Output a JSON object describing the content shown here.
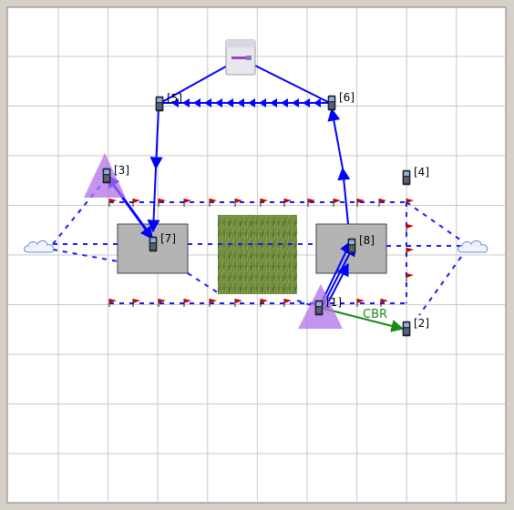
{
  "nodes": [
    {
      "id": "n5",
      "label": "[5]"
    },
    {
      "id": "n6",
      "label": "[6]"
    },
    {
      "id": "n3",
      "label": "[3]"
    },
    {
      "id": "n4",
      "label": "[4]"
    },
    {
      "id": "n7",
      "label": "[7]"
    },
    {
      "id": "n8",
      "label": "[8]"
    },
    {
      "id": "n1",
      "label": "[1]"
    },
    {
      "id": "n2",
      "label": "[2]"
    }
  ],
  "flow_label": "CBR",
  "colors": {
    "background": "#ffffff",
    "grid": "#c8c8c8",
    "link": "#0000ff",
    "dashed_link": "#1a1aff",
    "flow": "#1a8a1a",
    "flag": "#cc0000",
    "obstacle": "#b4b4b4",
    "triangle": "#b070e8"
  },
  "icons": {
    "node": "mobile-phone-icon",
    "server": "server-box-icon",
    "cloud": "cloud-icon",
    "flag": "red-flag-icon",
    "grass": "grass-texture-icon"
  }
}
